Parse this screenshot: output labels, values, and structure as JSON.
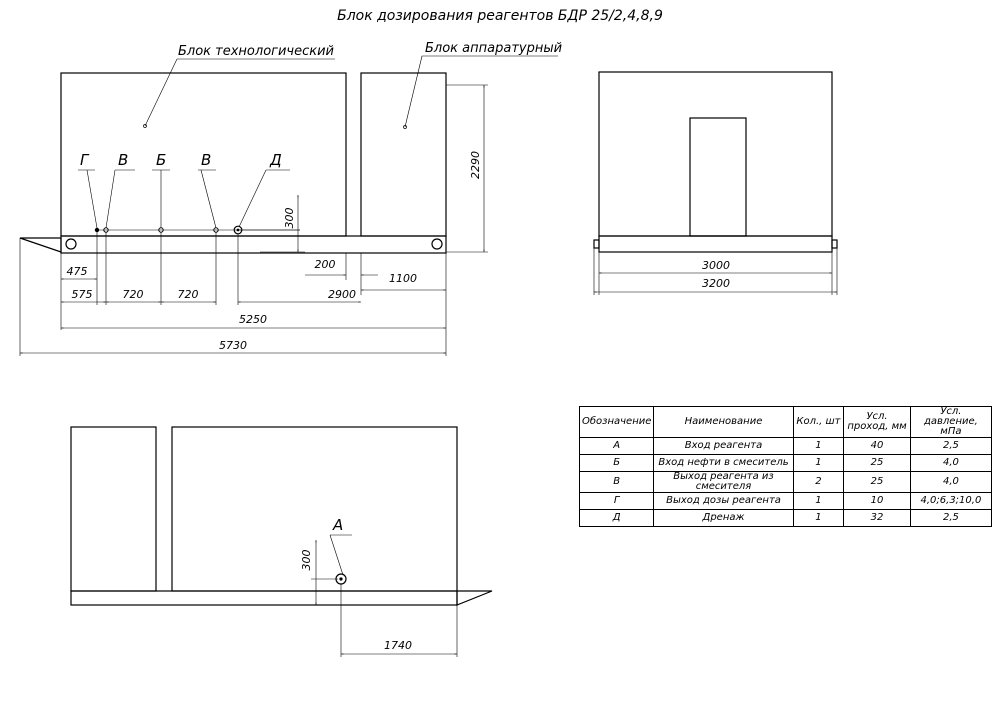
{
  "title": "Блок дозирования реагентов БДР 25/2,4,8,9",
  "blocks": {
    "technological": "Блок технологический",
    "apparatus": "Блок аппаратурный"
  },
  "markers": {
    "g": "Г",
    "v1": "В",
    "b": "Б",
    "v2": "В",
    "d": "Д",
    "a": "А"
  },
  "dimensions": {
    "height_2290": "2290",
    "d300_top": "300",
    "d475": "475",
    "d575": "575",
    "d720a": "720",
    "d720b": "720",
    "d200": "200",
    "d1100": "1100",
    "d2900": "2900",
    "d5250": "5250",
    "d5730": "5730",
    "d3000": "3000",
    "d3200": "3200",
    "d300_bottom": "300",
    "d1740": "1740"
  },
  "table": {
    "headers": [
      "Обозначение",
      "Наименование",
      "Кол., шт",
      "Усл. проход, мм",
      "Усл. давление, мПа"
    ],
    "rows": [
      [
        "А",
        "Вход реагента",
        "1",
        "40",
        "2,5"
      ],
      [
        "Б",
        "Вход нефти в смеситель",
        "1",
        "25",
        "4,0"
      ],
      [
        "В",
        "Выход реагента из смесителя",
        "2",
        "25",
        "4,0"
      ],
      [
        "Г",
        "Выход дозы реагента",
        "1",
        "10",
        "4,0;6,3;10,0"
      ],
      [
        "Д",
        "Дренаж",
        "1",
        "32",
        "2,5"
      ]
    ]
  }
}
